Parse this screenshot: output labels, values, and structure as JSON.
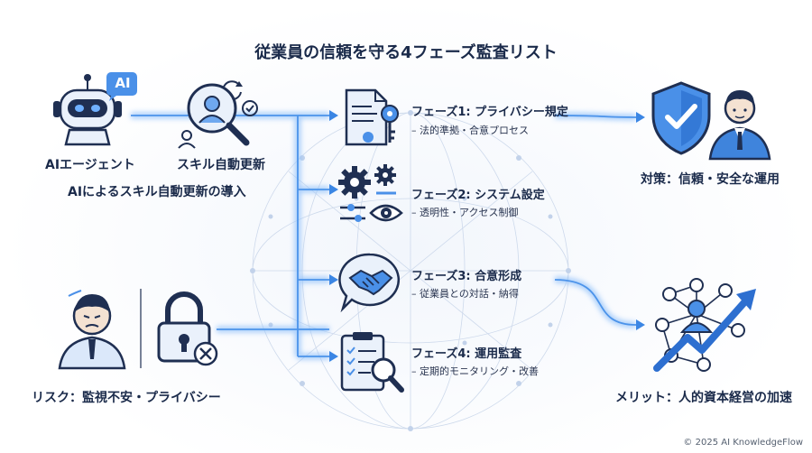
{
  "title": "従業員の信頼を守る4フェーズ監査リスト",
  "left_top": {
    "ai_agent_label": "AIエージェント",
    "ai_badge": "AI",
    "skill_update_label": "スキル自動更新",
    "caption": "AIによるスキル自動更新の導入"
  },
  "left_bottom": {
    "risk_label": "リスク：監視不安・プライバシー"
  },
  "phases": [
    {
      "title": "フェーズ1: プライバシー規定",
      "sub": "– 法的準拠・合意プロセス"
    },
    {
      "title": "フェーズ2: システム設定",
      "sub": "– 透明性・アクセス制御"
    },
    {
      "title": "フェーズ3: 合意形成",
      "sub": "– 従業員との対話・納得"
    },
    {
      "title": "フェーズ4: 運用監査",
      "sub": "– 定期的モニタリング・改善"
    }
  ],
  "right": {
    "measure_label": "対策：信頼・安全な運用",
    "merit_label": "メリット：人的資本経営の加速"
  },
  "footer": {
    "copyright": "© 2025 AI KnowledgeFlow"
  },
  "colors": {
    "navy": "#1f2f52",
    "accent": "#2d7be0",
    "glow": "#7fb4f5",
    "light": "#dbe8fa"
  }
}
